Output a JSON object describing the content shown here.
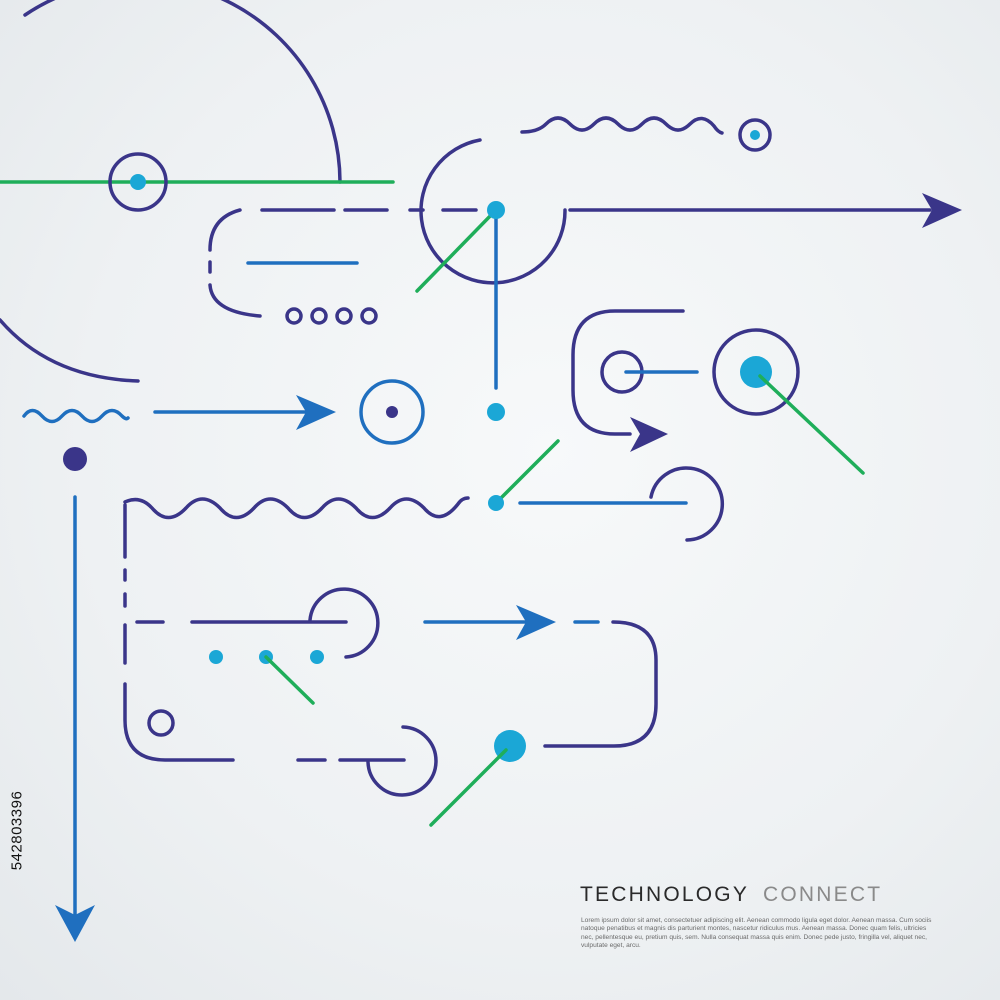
{
  "headline": {
    "primary": "TECHNOLOGY",
    "secondary": "CONNECT"
  },
  "body_text": "Lorem ipsum dolor sit amet, consectetuer adipiscing elit. Aenean commodo ligula eget dolor. Aenean massa. Cum sociis natoque penatibus et magnis dis parturient montes, nascetur ridiculus mus. Aenean massa. Donec quam felis, ultricies nec, pellentesque eu, pretium quis, sem. Nulla consequat massa quis enim. Donec pede justo, fringilla vel, aliquet nec, vulputate eget, arcu.",
  "stock_id": "542803396",
  "colors": {
    "navy": "#3a3589",
    "blue": "#1f6fbf",
    "cyan": "#1ba7d6",
    "green": "#1fae5a",
    "background": "#eef1f3"
  }
}
